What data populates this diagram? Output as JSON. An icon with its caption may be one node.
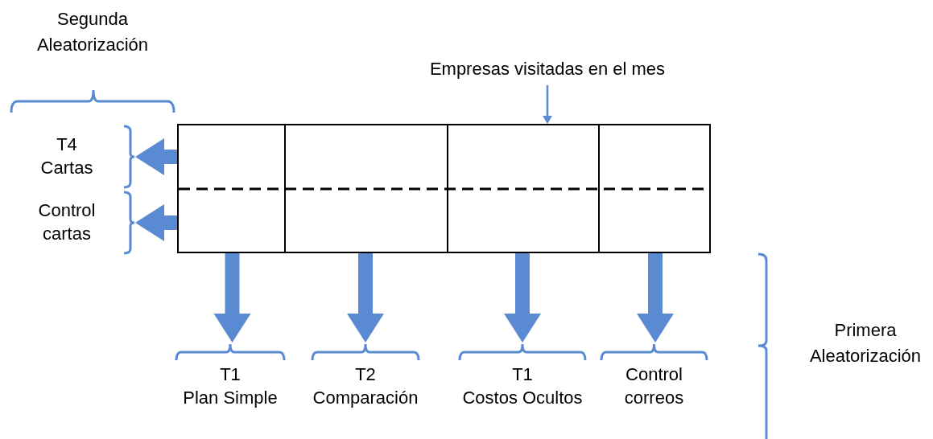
{
  "diagram": {
    "nodes": [
      {
        "text": [
          "Empresas visitadas en el mes"
        ]
      },
      {
        "text": [],
        "shape": "box"
      },
      {
        "text": [],
        "shape": "box",
        "in": 1
      },
      {
        "text": [],
        "shape": "box",
        "in": 1
      },
      {
        "text": [],
        "shape": "box",
        "in": 1
      },
      {
        "text": [],
        "shape": "box",
        "in": 1
      },
      {
        "text": [
          "T4",
          "Cartas"
        ]
      },
      {
        "text": [
          "Control cartas"
        ]
      },
      {
        "text": [
          "T1",
          "Plan Simple"
        ]
      },
      {
        "text": [
          "T2",
          "Comparación"
        ]
      },
      {
        "text": [
          "T1",
          "Costos Ocultos"
        ]
      },
      {
        "text": [
          "Control correos"
        ]
      }
    ],
    "edges": [
      {
        "from": 0,
        "to": 1,
        "arrow": "to"
      },
      {
        "from": 2,
        "to": 6,
        "arrow": "to"
      },
      {
        "from": 2,
        "to": 7,
        "arrow": "to"
      },
      {
        "from": 2,
        "to": 8,
        "arrow": "to"
      },
      {
        "from": 3,
        "to": 9,
        "arrow": "to"
      },
      {
        "from": 4,
        "to": 10,
        "arrow": "to"
      },
      {
        "from": 5,
        "to": 11,
        "arrow": "to"
      }
    ],
    "labels": [
      "Segunda Aleatorización",
      "Primera Aleatorización"
    ]
  }
}
